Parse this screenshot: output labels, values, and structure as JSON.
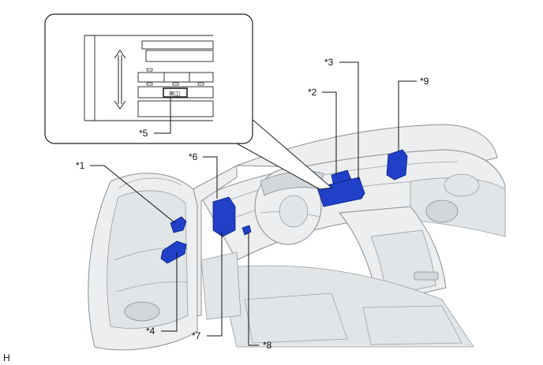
{
  "callouts": {
    "c1": "*1",
    "c2": "*2",
    "c3": "*3",
    "c4": "*4",
    "c5": "*5",
    "c6": "*6",
    "c7": "*7",
    "c8": "*8",
    "c9": "*9"
  },
  "corner_mark": "H",
  "colors": {
    "highlight": "#2040c8",
    "outline": "#8b8f93",
    "background": "#ffffff"
  }
}
